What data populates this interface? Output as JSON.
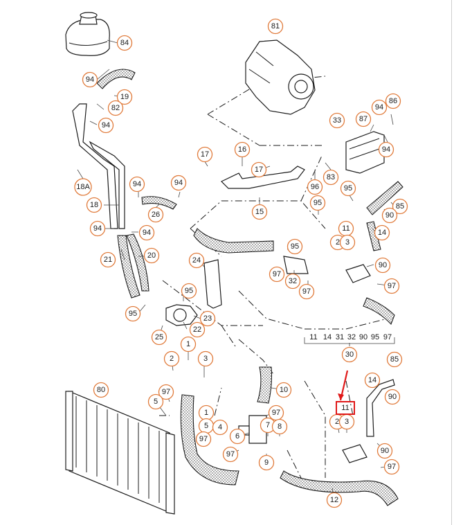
{
  "callouts": [
    {
      "id": "c81",
      "label": "81"
    },
    {
      "id": "c84",
      "label": "84"
    },
    {
      "id": "c94a",
      "label": "94"
    },
    {
      "id": "c19",
      "label": "19"
    },
    {
      "id": "c82",
      "label": "82"
    },
    {
      "id": "c94b",
      "label": "94"
    },
    {
      "id": "c18A",
      "label": "18A"
    },
    {
      "id": "c33",
      "label": "33"
    },
    {
      "id": "c87",
      "label": "87"
    },
    {
      "id": "c94c",
      "label": "94"
    },
    {
      "id": "c86",
      "label": "86"
    },
    {
      "id": "c94d",
      "label": "94"
    },
    {
      "id": "c16",
      "label": "16"
    },
    {
      "id": "c17a",
      "label": "17"
    },
    {
      "id": "c17b",
      "label": "17"
    },
    {
      "id": "c96",
      "label": "96"
    },
    {
      "id": "c83",
      "label": "83"
    },
    {
      "id": "c95a",
      "label": "95"
    },
    {
      "id": "c94e",
      "label": "94"
    },
    {
      "id": "c94f",
      "label": "94"
    },
    {
      "id": "c18",
      "label": "18"
    },
    {
      "id": "c26",
      "label": "26"
    },
    {
      "id": "c15",
      "label": "15"
    },
    {
      "id": "c95b",
      "label": "95"
    },
    {
      "id": "c85a",
      "label": "85"
    },
    {
      "id": "c90a",
      "label": "90"
    },
    {
      "id": "c94g",
      "label": "94"
    },
    {
      "id": "c94h",
      "label": "94"
    },
    {
      "id": "c14a",
      "label": "14"
    },
    {
      "id": "c11a",
      "label": "11"
    },
    {
      "id": "c2a",
      "label": "2"
    },
    {
      "id": "c3a",
      "label": "3"
    },
    {
      "id": "c95c",
      "label": "95"
    },
    {
      "id": "c21",
      "label": "21"
    },
    {
      "id": "c20",
      "label": "20"
    },
    {
      "id": "c24",
      "label": "24"
    },
    {
      "id": "c90b",
      "label": "90"
    },
    {
      "id": "c97a",
      "label": "97"
    },
    {
      "id": "c32a",
      "label": "32"
    },
    {
      "id": "c97b",
      "label": "97"
    },
    {
      "id": "c97c",
      "label": "97"
    },
    {
      "id": "c95d",
      "label": "95"
    },
    {
      "id": "c95e",
      "label": "95"
    },
    {
      "id": "c23",
      "label": "23"
    },
    {
      "id": "c22",
      "label": "22"
    },
    {
      "id": "c25",
      "label": "25"
    },
    {
      "id": "c1a",
      "label": "1"
    },
    {
      "id": "c2b",
      "label": "2"
    },
    {
      "id": "c3b",
      "label": "3"
    },
    {
      "id": "c10",
      "label": "10"
    },
    {
      "id": "c80",
      "label": "80"
    },
    {
      "id": "c97d",
      "label": "97"
    },
    {
      "id": "c5a",
      "label": "5"
    },
    {
      "id": "c1b",
      "label": "1"
    },
    {
      "id": "c5b",
      "label": "5"
    },
    {
      "id": "c4",
      "label": "4"
    },
    {
      "id": "c97e",
      "label": "97"
    },
    {
      "id": "c97f",
      "label": "97"
    },
    {
      "id": "c7",
      "label": "7"
    },
    {
      "id": "c8",
      "label": "8"
    },
    {
      "id": "c6",
      "label": "6"
    },
    {
      "id": "c97g",
      "label": "97"
    },
    {
      "id": "c9",
      "label": "9"
    },
    {
      "id": "c30",
      "label": "30"
    },
    {
      "id": "c85b",
      "label": "85"
    },
    {
      "id": "c14b",
      "label": "14"
    },
    {
      "id": "c90c",
      "label": "90"
    },
    {
      "id": "c2c",
      "label": "2"
    },
    {
      "id": "c3c",
      "label": "3"
    },
    {
      "id": "c90d",
      "label": "90"
    },
    {
      "id": "c97h",
      "label": "97"
    },
    {
      "id": "c12",
      "label": "12"
    }
  ],
  "reference_row": [
    "11",
    "14",
    "31",
    "32",
    "90",
    "95",
    "97"
  ],
  "highlight": {
    "label": "11",
    "color": "#e01818"
  },
  "colors": {
    "callout_border": "#e07a3a",
    "line": "#1a1a1a",
    "highlight": "#e01818"
  }
}
